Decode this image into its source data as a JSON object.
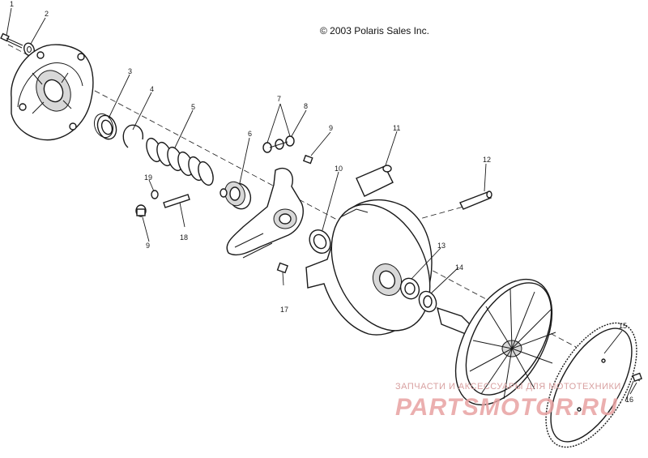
{
  "copyright": "© 2003 Polaris Sales Inc.",
  "callouts": [
    {
      "id": "c1",
      "label": "1"
    },
    {
      "id": "c2",
      "label": "2"
    },
    {
      "id": "c3",
      "label": "3"
    },
    {
      "id": "c4",
      "label": "4"
    },
    {
      "id": "c5",
      "label": "5"
    },
    {
      "id": "c6",
      "label": "6"
    },
    {
      "id": "c7",
      "label": "7"
    },
    {
      "id": "c8",
      "label": "8"
    },
    {
      "id": "c9a",
      "label": "9"
    },
    {
      "id": "c9b",
      "label": "9"
    },
    {
      "id": "c10",
      "label": "10"
    },
    {
      "id": "c11",
      "label": "11"
    },
    {
      "id": "c12",
      "label": "12"
    },
    {
      "id": "c13",
      "label": "13"
    },
    {
      "id": "c14",
      "label": "14"
    },
    {
      "id": "c15",
      "label": "15"
    },
    {
      "id": "c16",
      "label": "16"
    },
    {
      "id": "c17",
      "label": "17"
    },
    {
      "id": "c18",
      "label": "18"
    },
    {
      "id": "c19",
      "label": "19"
    }
  ],
  "watermark": {
    "line1": "ЗАПЧАСТИ И АКСЕССУАРЫ ДЛЯ МОТОТЕХНИКИ",
    "line2": "PARTSMOTOR.RU",
    "color": "#e8a2a2"
  }
}
